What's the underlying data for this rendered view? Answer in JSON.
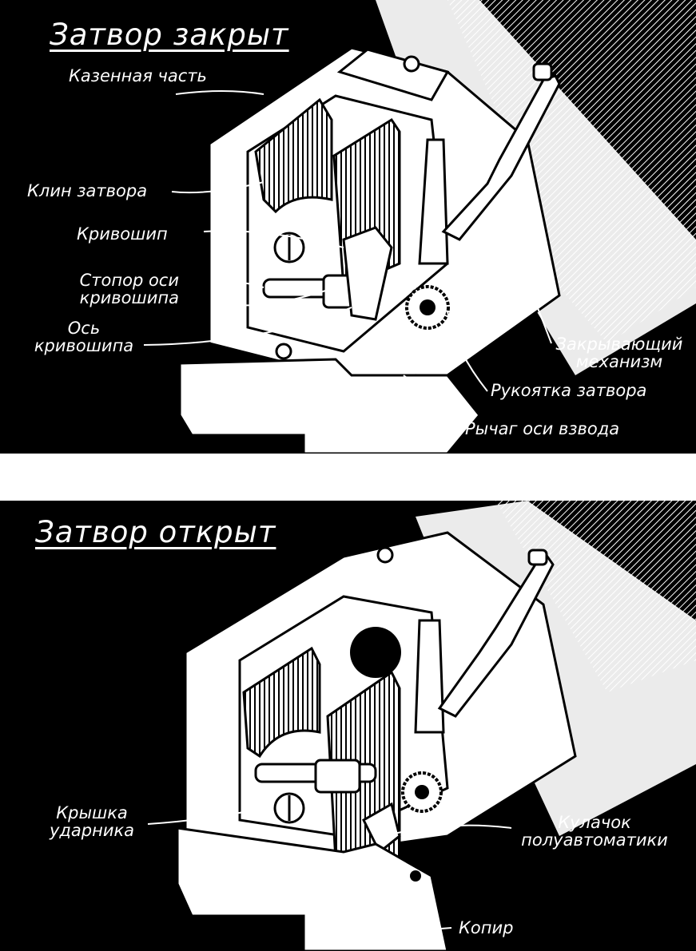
{
  "panels": [
    {
      "title": "Затвор закрыт",
      "labels": {
        "breech": "Казенная часть",
        "wedge": "Клин затвора",
        "crank": "Кривошип",
        "crank_stop_1": "Стопор оси",
        "crank_stop_2": "кривошипа",
        "crank_axis_1": "Ось",
        "crank_axis_2": "кривошипа",
        "closing_1": "Закрывающий",
        "closing_2": "механизм",
        "handle": "Рукоятка затвора",
        "cocking_lever": "Рычаг оси взвода"
      }
    },
    {
      "title": "Затвор открыт",
      "labels": {
        "striker_cover_1": "Крышка",
        "striker_cover_2": "ударника",
        "cam_1": "Кулачок",
        "cam_2": "полуавтоматики",
        "copier": "Копир"
      }
    }
  ],
  "colors": {
    "background": "#000000",
    "ink": "#000000",
    "paper": "#ffffff"
  }
}
